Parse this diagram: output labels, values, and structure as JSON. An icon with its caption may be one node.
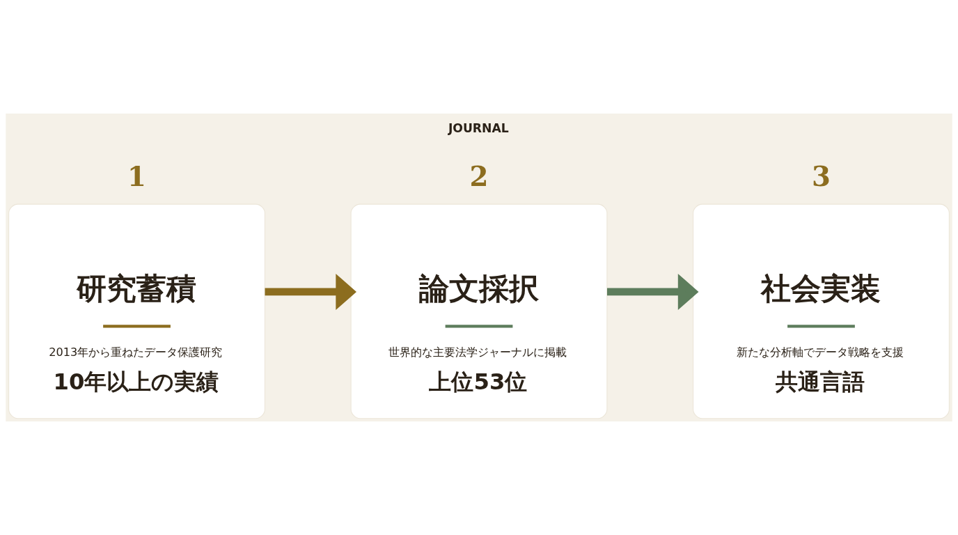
{
  "diagram": {
    "nodes": [
      {
        "text": [
          "1",
          "研究蓄積",
          "2013年から重ねたデータ保護研究",
          "10年以上の実績"
        ]
      },
      {
        "text": [
          "2",
          "論文採択",
          "世界的な主要法学ジャーナルに掲載",
          "上位53位"
        ]
      },
      {
        "text": [
          "3",
          "社会実装",
          "新たな分析軸でデータ戦略を支援",
          "共通言語"
        ]
      }
    ],
    "edges": [
      {
        "from": 0,
        "to": 1,
        "arrow": "to",
        "color": "#8c6d1f"
      },
      {
        "from": 1,
        "to": 2,
        "arrow": "to",
        "color": "#5d7d5c"
      }
    ],
    "labels": [
      "JOURNAL"
    ]
  }
}
